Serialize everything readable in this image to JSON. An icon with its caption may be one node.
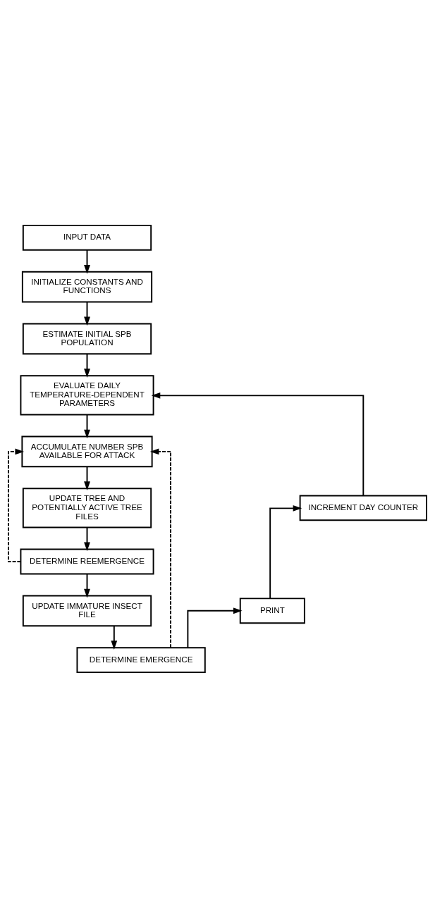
{
  "diagram": {
    "nodes": [
      {
        "text": [
          "INPUT DATA"
        ]
      },
      {
        "text": [
          "INITIALIZE CONSTANTS AND FUNCTIONS"
        ]
      },
      {
        "text": [
          "ESTIMATE INITIAL SPB POPULATION"
        ]
      },
      {
        "text": [
          "EVALUATE DAILY TEMPERATURE-DEPENDENT PARAMETERS"
        ]
      },
      {
        "text": [
          "ACCUMULATE NUMBER SPB AVAILABLE FOR ATTACK"
        ]
      },
      {
        "text": [
          "UPDATE TREE AND POTENTIALLY ACTIVE TREE FILES"
        ]
      },
      {
        "text": [
          "DETERMINE REEMERGENCE"
        ]
      },
      {
        "text": [
          "UPDATE IMMATURE INSECT FILE"
        ]
      },
      {
        "text": [
          "DETERMINE EMERGENCE"
        ]
      },
      {
        "text": [
          "INCREMENT DAY COUNTER"
        ]
      },
      {
        "text": [
          "PRINT"
        ]
      }
    ],
    "edges": [
      {
        "from": 0,
        "to": 1,
        "arrow": "to"
      },
      {
        "from": 1,
        "to": 2,
        "arrow": "to"
      },
      {
        "from": 2,
        "to": 3,
        "arrow": "to"
      },
      {
        "from": 3,
        "to": 4,
        "arrow": "to"
      },
      {
        "from": 4,
        "to": 5,
        "arrow": "to"
      },
      {
        "from": 5,
        "to": 6,
        "arrow": "to"
      },
      {
        "from": 6,
        "to": 7,
        "arrow": "to"
      },
      {
        "from": 7,
        "to": 8,
        "arrow": "to"
      },
      {
        "from": 8,
        "to": 10,
        "arrow": "to"
      },
      {
        "from": 10,
        "to": 9,
        "arrow": "to"
      },
      {
        "from": 9,
        "to": 3,
        "arrow": "to"
      },
      {
        "from": 6,
        "to": 4,
        "arrow": "to",
        "style": "dashed"
      },
      {
        "from": 8,
        "to": 4,
        "arrow": "to",
        "style": "dashed"
      }
    ]
  }
}
